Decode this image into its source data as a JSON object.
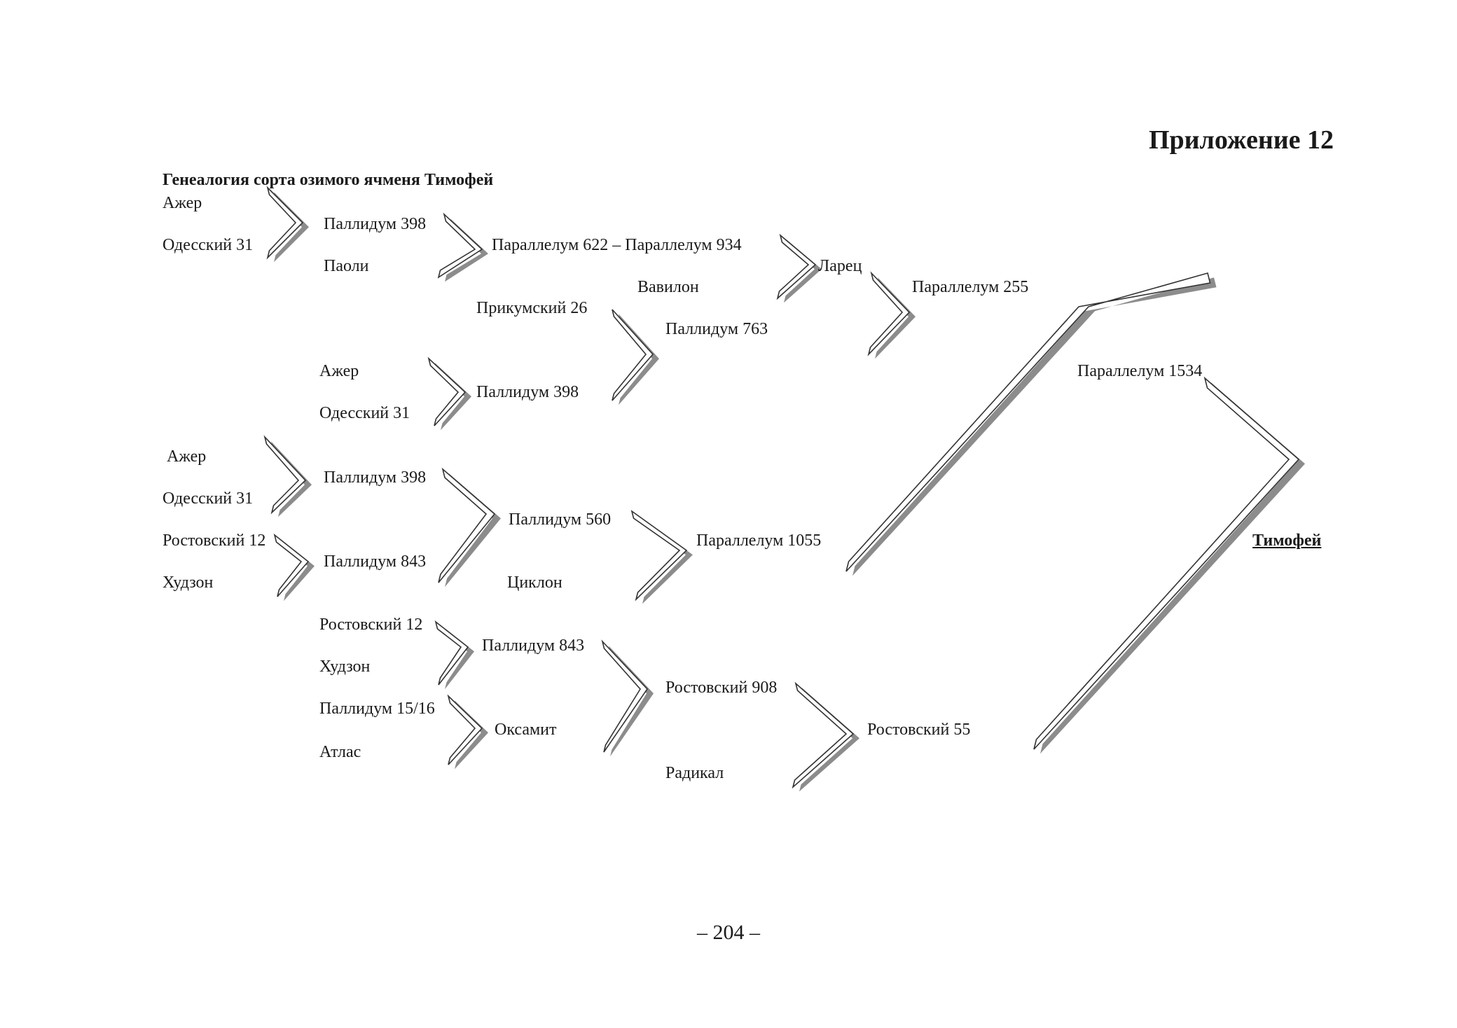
{
  "page": {
    "appendix_title": "Приложение 12",
    "diagram_title": "Генеалогия сорта озимого ячменя Тимофей",
    "page_number": "– 204 –"
  },
  "diagram": {
    "nodes": [
      {
        "id": "azher-1",
        "label": "Ажер"
      },
      {
        "id": "odesskiy31-1",
        "label": "Одесский 31"
      },
      {
        "id": "pallidum398-1",
        "label": "Паллидум 398"
      },
      {
        "id": "paoli",
        "label": "Паоли"
      },
      {
        "id": "parallelum622-934",
        "label": "Параллелум 622 – Параллелум 934"
      },
      {
        "id": "vavilon",
        "label": "Вавилон"
      },
      {
        "id": "larets",
        "label": "Ларец"
      },
      {
        "id": "parallelum255",
        "label": "Параллелум 255"
      },
      {
        "id": "prikumskiy26",
        "label": "Прикумский 26"
      },
      {
        "id": "pallidum763",
        "label": "Паллидум 763"
      },
      {
        "id": "azher-2",
        "label": "Ажер"
      },
      {
        "id": "odesskiy31-2",
        "label": "Одесский 31"
      },
      {
        "id": "pallidum398-2",
        "label": "Паллидум 398"
      },
      {
        "id": "parallelum1534",
        "label": "Параллелум 1534"
      },
      {
        "id": "azher-3",
        "label": "Ажер"
      },
      {
        "id": "odesskiy31-3",
        "label": "Одесский 31"
      },
      {
        "id": "pallidum398-3",
        "label": "Паллидум 398"
      },
      {
        "id": "rostovskiy12-1",
        "label": "Ростовский 12"
      },
      {
        "id": "khudzon-1",
        "label": "Худзон"
      },
      {
        "id": "pallidum843-1",
        "label": "Паллидум 843"
      },
      {
        "id": "pallidum560",
        "label": "Паллидум 560"
      },
      {
        "id": "tsiklon",
        "label": "Циклон"
      },
      {
        "id": "parallelum1055",
        "label": "Параллелум 1055"
      },
      {
        "id": "timofey",
        "label": "Тимофей"
      },
      {
        "id": "rostovskiy12-2",
        "label": "Ростовский 12"
      },
      {
        "id": "khudzon-2",
        "label": "Худзон"
      },
      {
        "id": "pallidum843-2",
        "label": "Паллидум 843"
      },
      {
        "id": "pallidum15-16",
        "label": "Паллидум 15/16"
      },
      {
        "id": "atlas",
        "label": "Атлас"
      },
      {
        "id": "oksamit",
        "label": "Оксамит"
      },
      {
        "id": "rostovskiy908",
        "label": "Ростовский 908"
      },
      {
        "id": "radikal",
        "label": "Радикал"
      },
      {
        "id": "rostovskiy55",
        "label": "Ростовский 55"
      }
    ],
    "crosses": [
      {
        "parents": [
          "Ажер",
          "Одесский 31"
        ],
        "offspring": "Паллидум 398"
      },
      {
        "parents": [
          "Паллидум 398",
          "Паоли"
        ],
        "offspring": "Параллелум 622 – Параллелум 934"
      },
      {
        "parents": [
          "Параллелум 622 – Параллелум 934",
          "Вавилон"
        ],
        "offspring": "Ларец"
      },
      {
        "parents": [
          "Ажер",
          "Одесский 31"
        ],
        "offspring": "Паллидум 398"
      },
      {
        "parents": [
          "Прикумский 26",
          "Паллидум 398"
        ],
        "offspring": "Паллидум 763"
      },
      {
        "parents": [
          "Ларец",
          "Паллидум 763"
        ],
        "offspring": "Параллелум 255"
      },
      {
        "parents": [
          "Ажер",
          "Одесский 31"
        ],
        "offspring": "Паллидум 398"
      },
      {
        "parents": [
          "Ростовский 12",
          "Худзон"
        ],
        "offspring": "Паллидум 843"
      },
      {
        "parents": [
          "Паллидум 398",
          "Паллидум 843"
        ],
        "offspring": "Паллидум 560"
      },
      {
        "parents": [
          "Паллидум 560",
          "Циклон"
        ],
        "offspring": "Параллелум 1055"
      },
      {
        "parents": [
          "Параллелум 255",
          "Параллелум 1055"
        ],
        "offspring": "Параллелум 1534"
      },
      {
        "parents": [
          "Ростовский 12",
          "Худзон"
        ],
        "offspring": "Паллидум 843"
      },
      {
        "parents": [
          "Паллидум 15/16",
          "Атлас"
        ],
        "offspring": "Оксамит"
      },
      {
        "parents": [
          "Паллидум 843",
          "Оксамит"
        ],
        "offspring": "Ростовский 908"
      },
      {
        "parents": [
          "Ростовский 908",
          "Радикал"
        ],
        "offspring": "Ростовский 55"
      },
      {
        "parents": [
          "Параллелум 1534",
          "Ростовский 55"
        ],
        "offspring": "Тимофей"
      }
    ]
  }
}
